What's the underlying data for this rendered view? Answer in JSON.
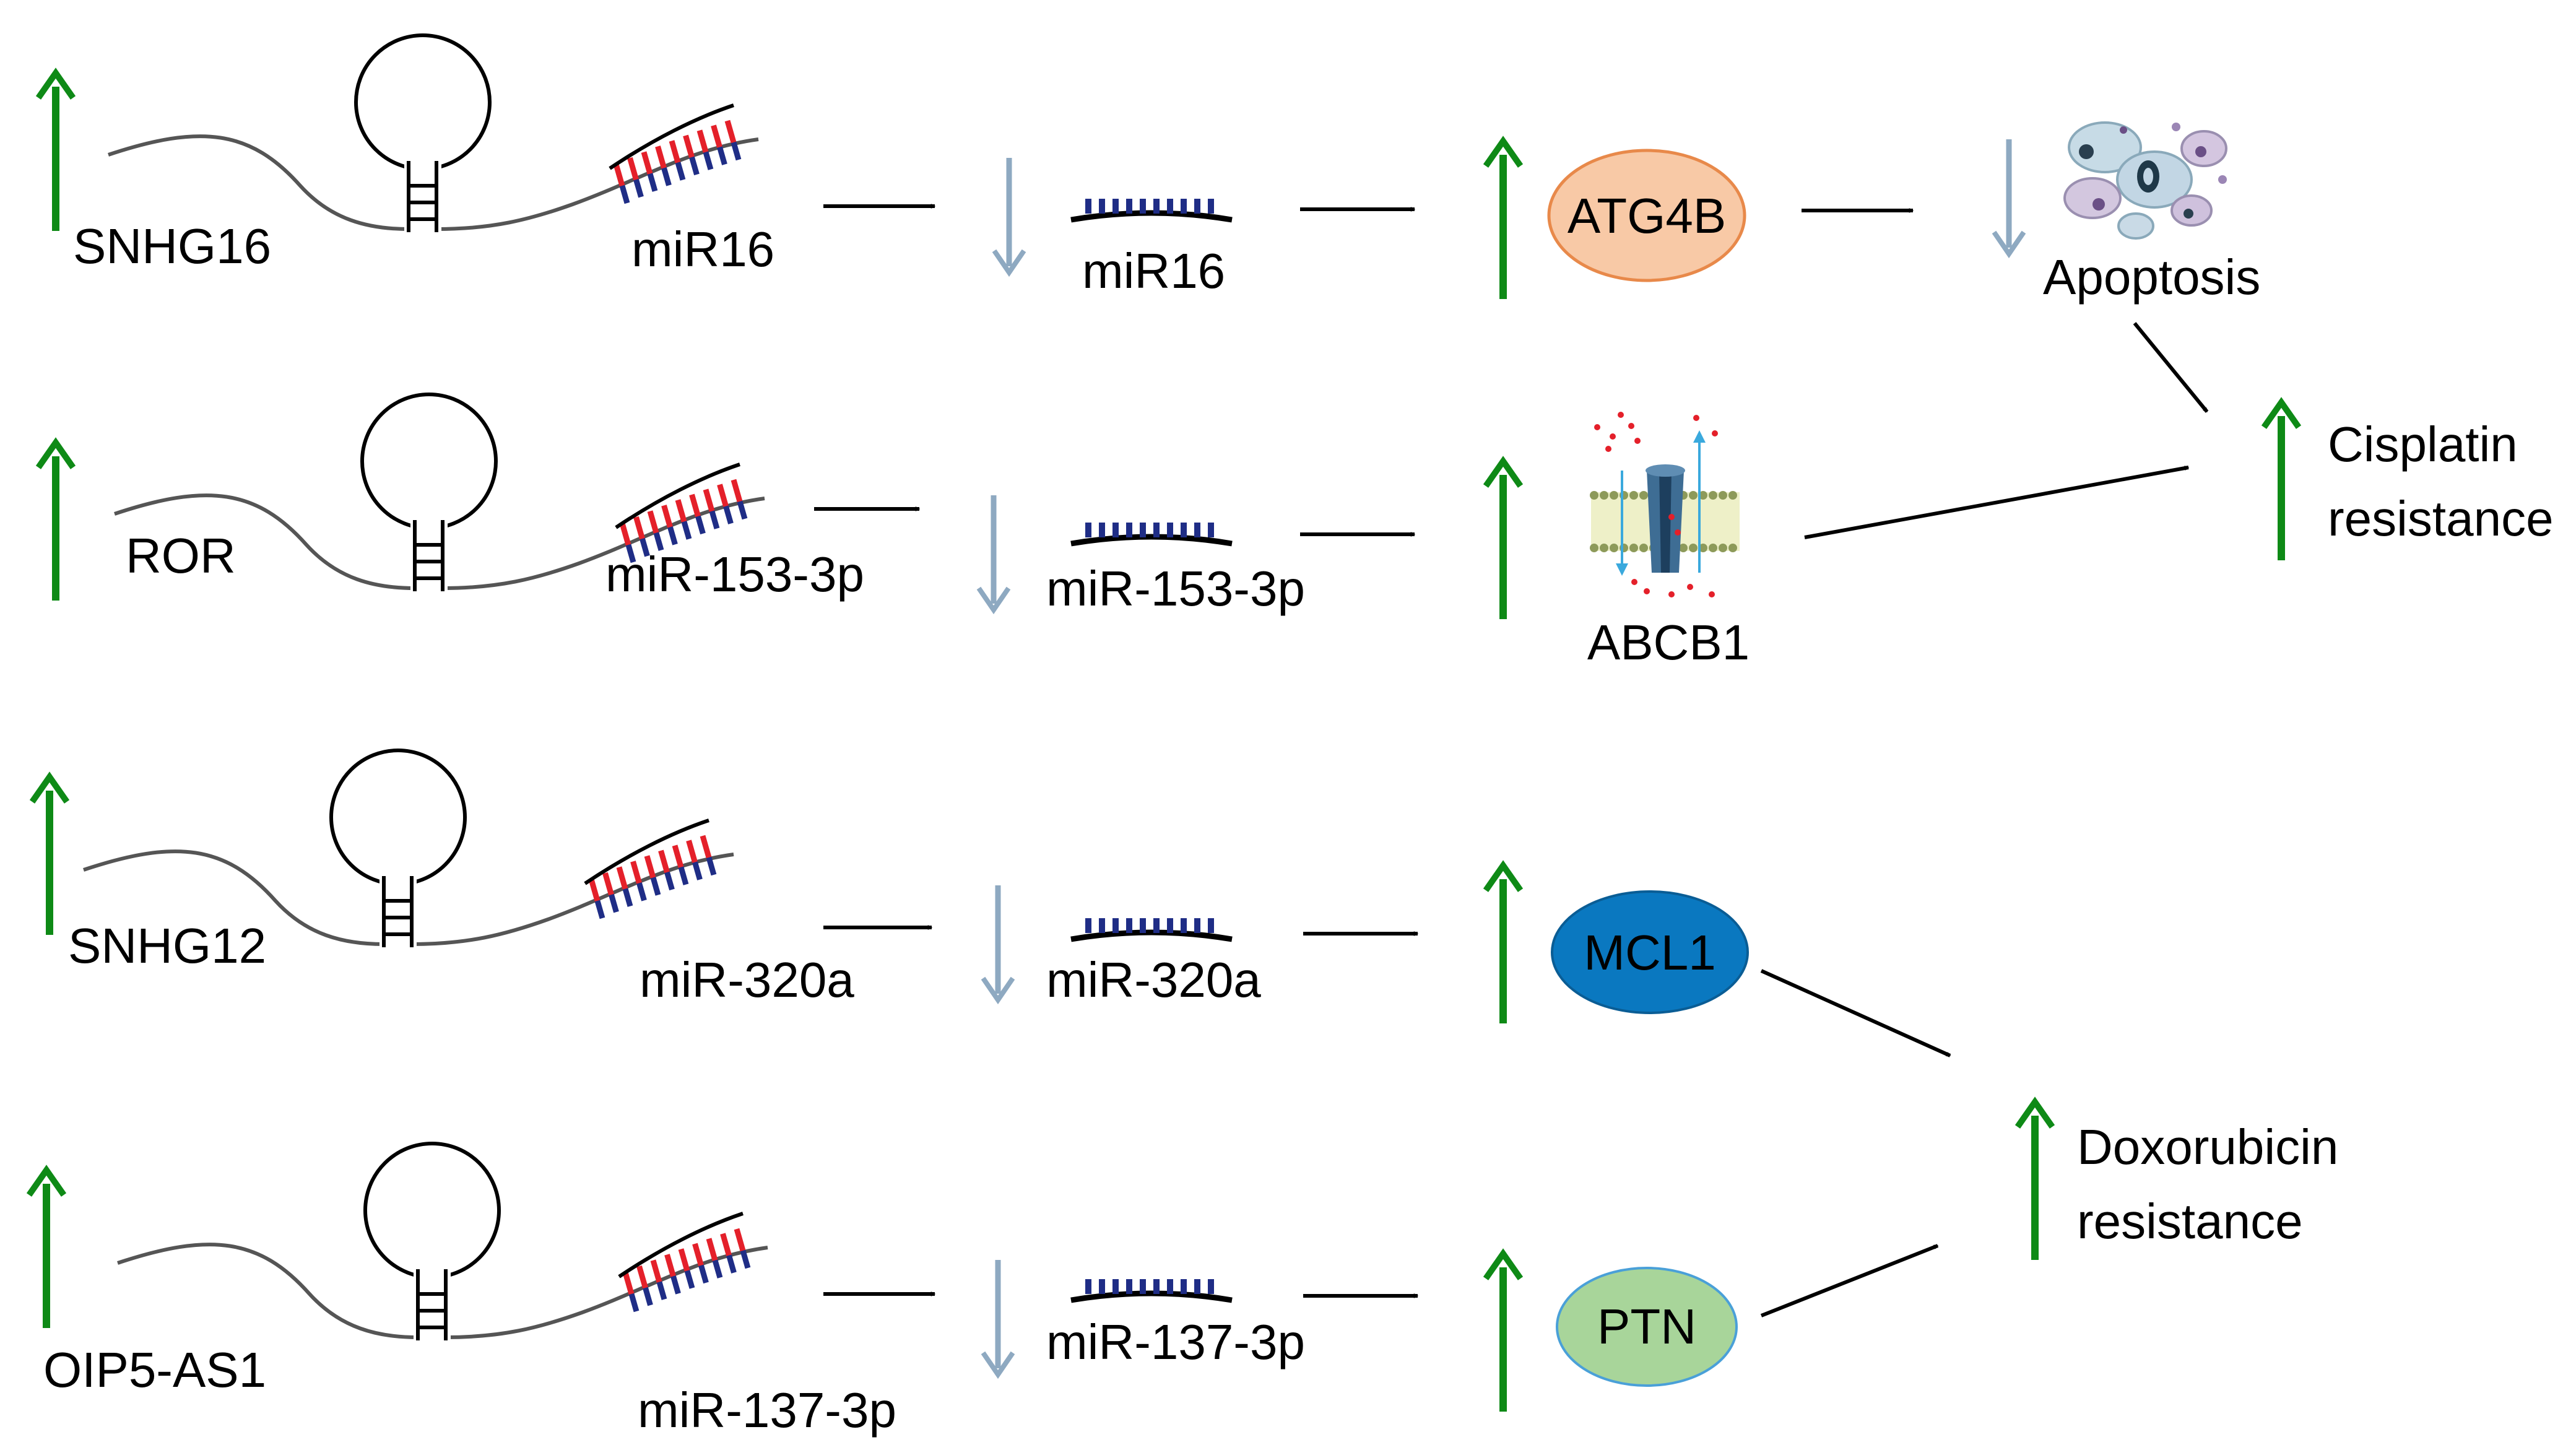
{
  "colors": {
    "up_arrow": "#0e8a16",
    "down_arrow": "#8ea9c1",
    "atg4b_fill": "#f8c9a6",
    "atg4b_stroke": "#e8894a",
    "mcl1_fill": "#0a78c0",
    "ptn_fill": "#a8d59a",
    "ptn_stroke": "#4aa0d8",
    "mirna_backbone": "#000000",
    "mirna_teeth": "#1f2d86",
    "duplex_red": "#e4202a",
    "duplex_blue": "#1f2d86"
  },
  "pathways": [
    {
      "lncrna": "SNHG16",
      "mirna_bound": "miR16",
      "mirna_free": "miR16",
      "target": "ATG4B",
      "target_icon": "ellipse-atg4b"
    },
    {
      "lncrna": "ROR",
      "mirna_bound": "miR-153-3p",
      "mirna_free": "miR-153-3p",
      "target": "ABCB1",
      "target_icon": "membrane-transporter-icon"
    },
    {
      "lncrna": "SNHG12",
      "mirna_bound": "miR-320a",
      "mirna_free": "miR-320a",
      "target": "MCL1",
      "target_icon": "ellipse-mcl1"
    },
    {
      "lncrna": "OIP5-AS1",
      "mirna_bound": "miR-137-3p",
      "mirna_free": "miR-137-3p",
      "target": "PTN",
      "target_icon": "ellipse-ptn"
    }
  ],
  "apoptosis": {
    "label": "Apoptosis",
    "icon": "apoptotic-cells-icon"
  },
  "outcomes": {
    "cisplatin": {
      "line1": "Cisplatin",
      "line2": "resistance"
    },
    "doxorubicin": {
      "line1": "Doxorubicin",
      "line2": "resistance"
    }
  }
}
